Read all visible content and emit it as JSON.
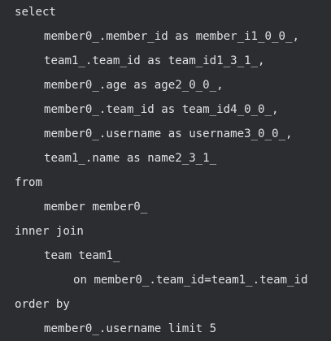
{
  "sql_lines": [
    "select",
    "member0_.member_id as member_i1_0_0_,",
    "team1_.team_id as team_id1_3_1_,",
    "member0_.age as age2_0_0_,",
    "member0_.team_id as team_id4_0_0_,",
    "member0_.username as username3_0_0_,",
    "team1_.name as name2_3_1_",
    "from",
    "member member0_",
    "inner join",
    "team team1_",
    "on member0_.team_id=team1_.team_id",
    "order by",
    "member0_.username limit 5"
  ],
  "colors": {
    "background": "#2b2d30",
    "text": "#dfe1e5"
  }
}
